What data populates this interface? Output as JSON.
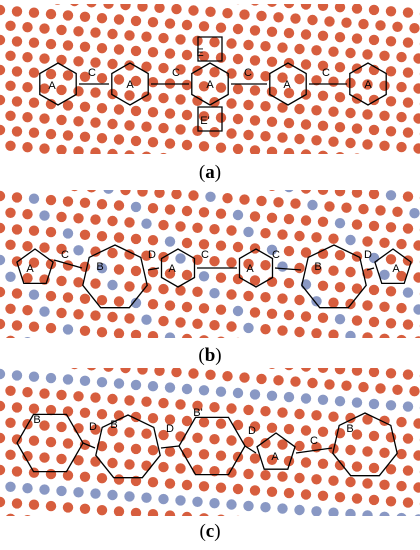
{
  "colors": {
    "atom_main": "#d4502e",
    "atom_minor": "#7f8fbf",
    "polygon_stroke": "#000000"
  },
  "panels": [
    {
      "caption": {
        "open": "(",
        "letter": "a",
        "close": ")"
      },
      "labels": [
        "A",
        "C",
        "A",
        "C",
        "E",
        "A",
        "E'",
        "C",
        "A",
        "C",
        "A"
      ]
    },
    {
      "caption": {
        "open": "(",
        "letter": "b",
        "close": ")"
      },
      "labels": [
        "A",
        "C",
        "B",
        "D",
        "A",
        "C",
        "A",
        "C",
        "B",
        "D",
        "A"
      ]
    },
    {
      "caption": {
        "open": "(",
        "letter": "c",
        "close": ")"
      },
      "labels": [
        "B",
        "D",
        "B",
        "D",
        "B'",
        "D",
        "A",
        "C",
        "B"
      ]
    }
  ]
}
